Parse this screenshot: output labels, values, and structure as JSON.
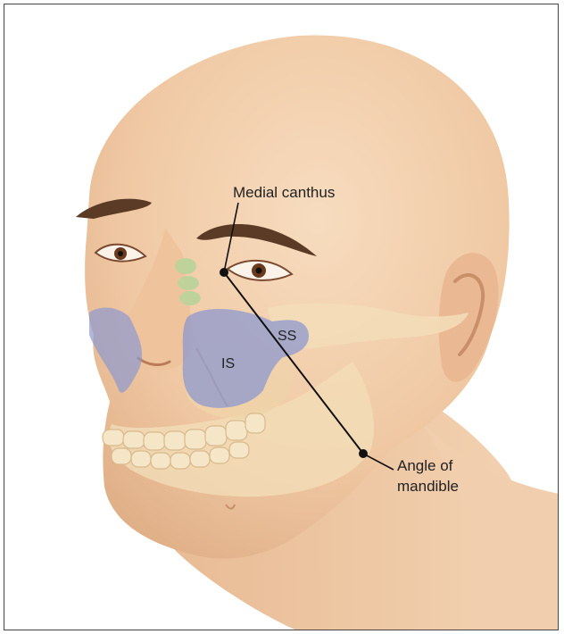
{
  "labels": {
    "medial_canthus": "Medial canthus",
    "ss": "SS",
    "is": "IS",
    "angle_line1": "Angle of",
    "angle_line2": "mandible"
  },
  "colors": {
    "skin": "#f2cfae",
    "skin_shadow": "#e2b48e",
    "bone": "#f3ddb8",
    "sinus": "#8d98cf",
    "ethmoid": "#b9d49a",
    "hair": "#5b3a26",
    "line": "#111111"
  }
}
